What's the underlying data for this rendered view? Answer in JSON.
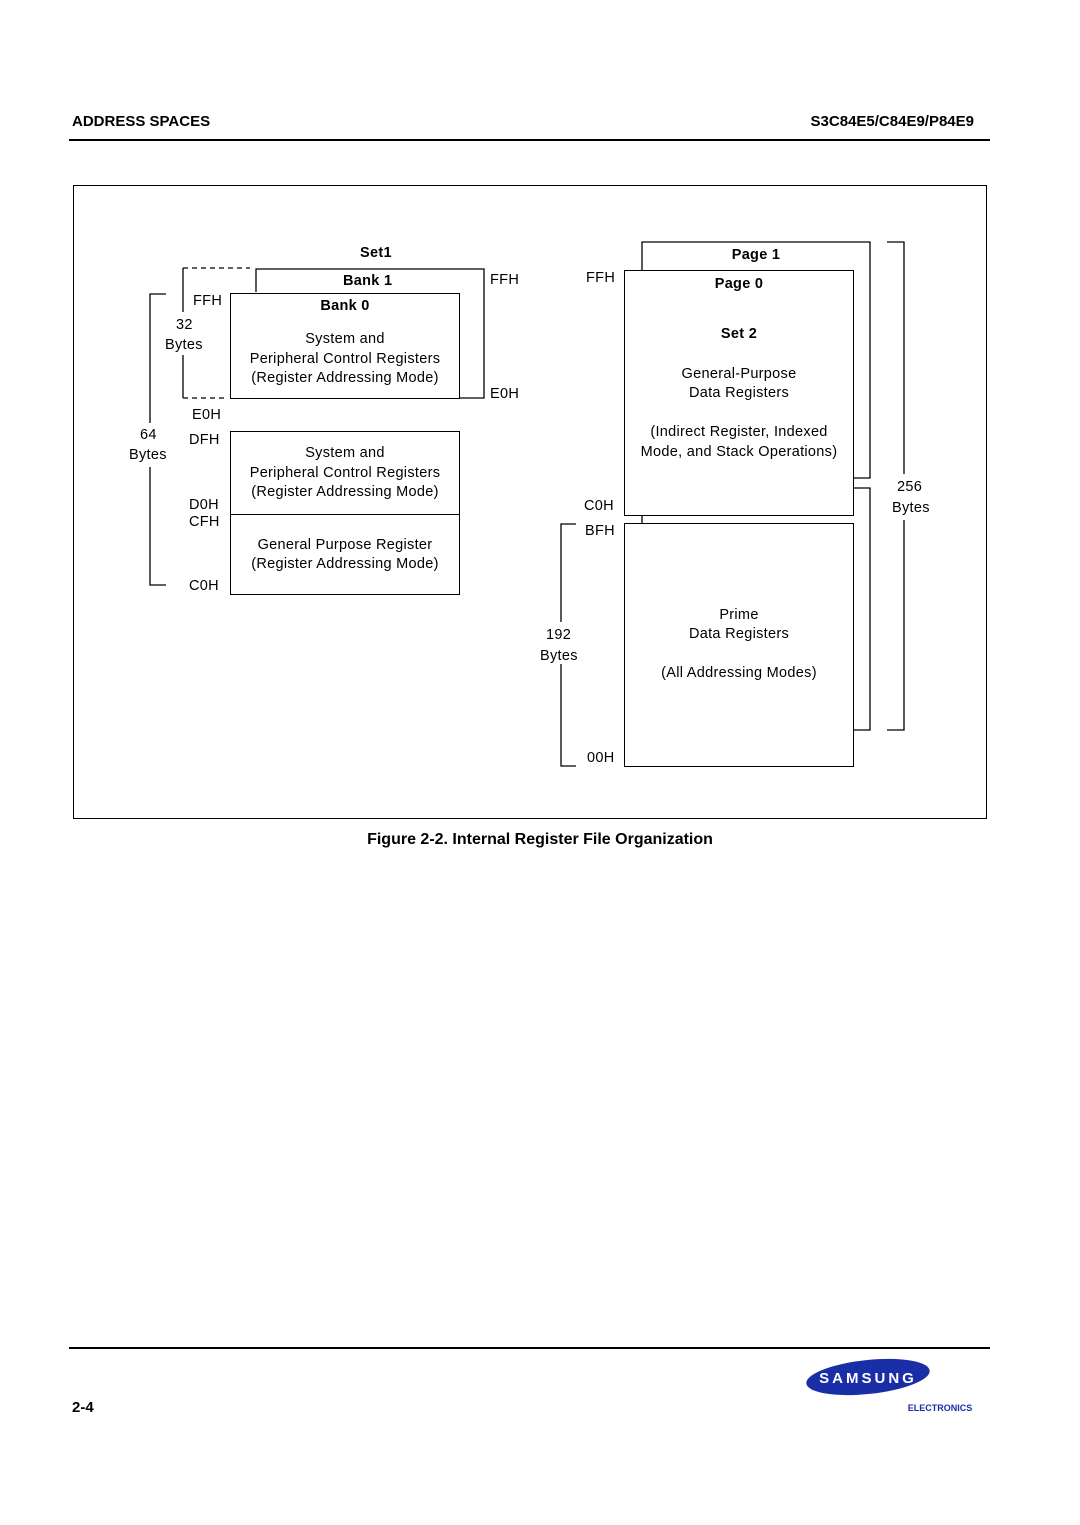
{
  "header": {
    "section": "ADDRESS SPACES",
    "part_number": "S3C84E5/C84E9/P84E9"
  },
  "diagram": {
    "set1": {
      "title": "Set1",
      "bank1_label": "Bank 1",
      "bank0_label": "Bank 0",
      "bank_box_lines": [
        "System and",
        "Peripheral Control Registers",
        "(Register Addressing Mode)"
      ],
      "lower_box_lines": [
        "System and",
        "Peripheral Control Registers",
        "(Register Addressing Mode)"
      ],
      "gp_box_lines": [
        "General Purpose Register",
        "(Register Addressing Mode)"
      ],
      "addr_ffh_left": "FFH",
      "addr_e0h_left": "E0H",
      "addr_dfh": "DFH",
      "addr_d0h": "D0H",
      "addr_cfh": "CFH",
      "addr_c0h_left": "C0H",
      "addr_ffh_bank1": "FFH",
      "addr_e0h_bank1": "E0H",
      "size32_num": "32",
      "size32_unit": "Bytes",
      "size64_num": "64",
      "size64_unit": "Bytes"
    },
    "set2": {
      "page1_label": "Page 1",
      "page0_label": "Page 0",
      "set2_label": "Set 2",
      "upper_lines": [
        "General-Purpose",
        "Data Registers"
      ],
      "upper_note_lines": [
        "(Indirect Register, Indexed",
        "Mode, and Stack Operations)"
      ],
      "prime_lines": [
        "Prime",
        "Data Registers"
      ],
      "prime_note": "(All Addressing Modes)",
      "addr_ffh": "FFH",
      "addr_c0h": "C0H",
      "addr_bfh": "BFH",
      "addr_00h": "00H",
      "size192_num": "192",
      "size192_unit": "Bytes",
      "size256_num": "256",
      "size256_unit": "Bytes"
    }
  },
  "caption": "Figure 2-2. Internal Register File Organization",
  "footer": {
    "page_number": "2-4",
    "logo_brand": "SAMSUNG",
    "logo_sub": "ELECTRONICS"
  }
}
